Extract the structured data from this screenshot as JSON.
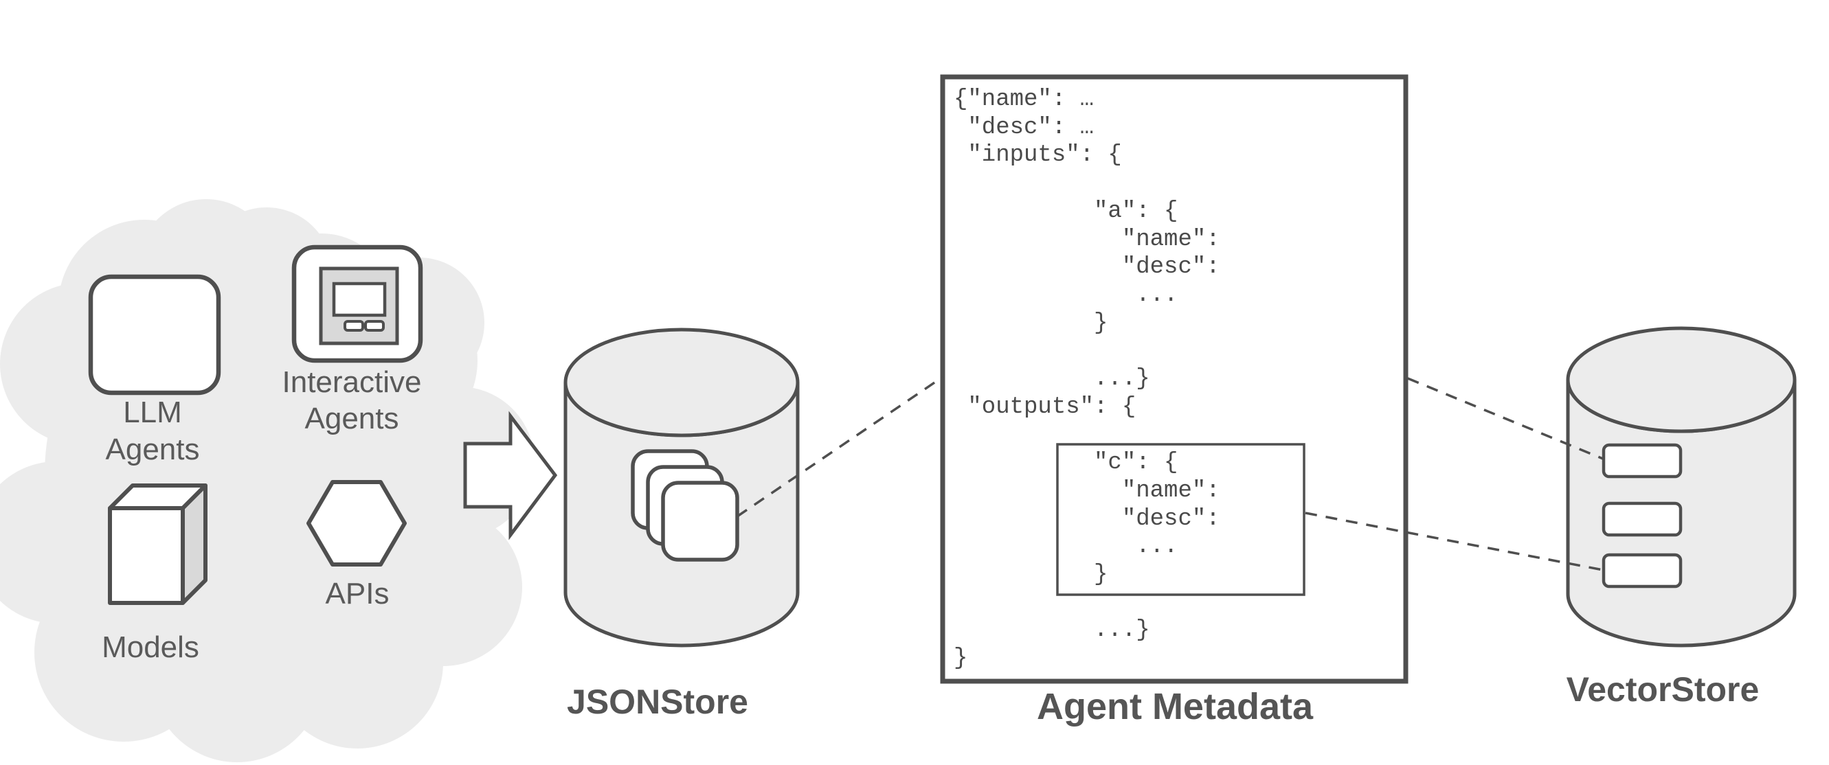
{
  "cloud": {
    "items": [
      {
        "id": "llm-agents",
        "icon": "rounded-square-icon",
        "label_lines": [
          "LLM",
          "Agents"
        ]
      },
      {
        "id": "interactive-agents",
        "icon": "device-screen-icon",
        "label_lines": [
          "Interactive",
          "Agents"
        ]
      },
      {
        "id": "models",
        "icon": "cube-icon",
        "label_lines": [
          "Models"
        ]
      },
      {
        "id": "apis",
        "icon": "hexagon-icon",
        "label_lines": [
          "APIs"
        ]
      }
    ]
  },
  "jsonstore": {
    "label": "JSONStore",
    "icon": "stacked-documents-icon"
  },
  "agent_metadata": {
    "label": "Agent Metadata",
    "code": "{\"name\": …\n \"desc\": …\n \"inputs\": {\n\n          \"a\": {\n            \"name\":\n            \"desc\":\n             ...\n          }\n\n          ...}\n \"outputs\": {\n\n          \"c\": {\n            \"name\":\n            \"desc\":\n             ...\n          }\n\n          ...}\n}"
  },
  "vectorstore": {
    "label": "VectorStore",
    "slot_count": 3
  },
  "colors": {
    "shape_stroke": "#4f4f4f",
    "cloud_fill": "#ececec",
    "cylinder_fill": "#ececec",
    "bezel_fill": "#d9d9d9",
    "label_text": "#5a5a5a",
    "code_text": "#4a4a4a"
  }
}
